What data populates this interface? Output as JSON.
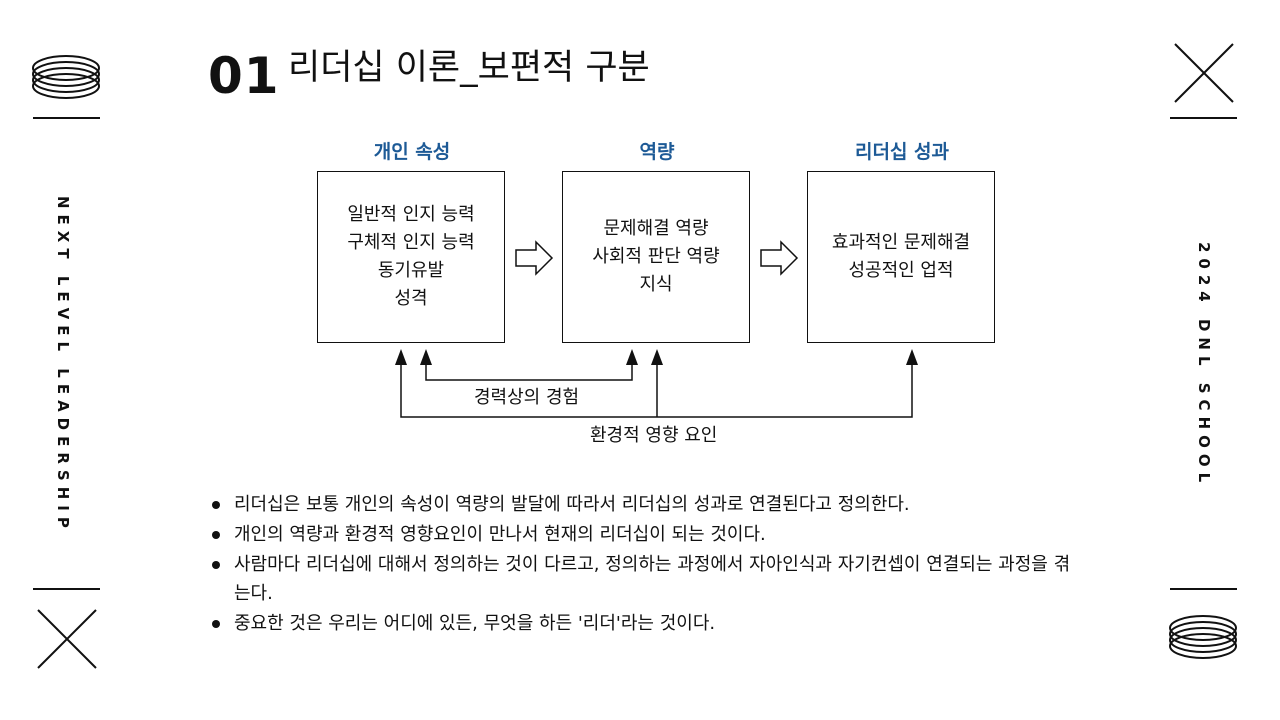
{
  "side": {
    "left_text": "NEXT LEVEL LEADERSHIP",
    "right_text": "2024 DNL SCHOOL"
  },
  "title": {
    "number": "01",
    "text": "리더십 이론_보편적 구분"
  },
  "diagram": {
    "columns": [
      {
        "label": "개인 속성",
        "lines": [
          "일반적 인지 능력",
          "구체적 인지 능력",
          "동기유발",
          "성격"
        ]
      },
      {
        "label": "역량",
        "lines": [
          "문제해결 역량",
          "사회적 판단 역량",
          "지식"
        ]
      },
      {
        "label": "리더십 성과",
        "lines": [
          "효과적인 문제해결",
          "성공적인 업적"
        ]
      }
    ],
    "career_experience_label": "경력상의 경험",
    "environment_label": "환경적 영향 요인"
  },
  "bullets": [
    "리더십은 보통 개인의 속성이 역량의 발달에 따라서 리더십의 성과로 연결된다고 정의한다.",
    "개인의 역량과 환경적 영향요인이 만나서 현재의 리더십이 되는 것이다.",
    "사람마다 리더십에 대해서 정의하는 것이 다르고, 정의하는 과정에서 자아인식과 자기컨셉이 연결되는 과정을 겪는다.",
    "중요한 것은 우리는 어디에 있든, 무엇을 하든 '리더'라는 것이다."
  ],
  "colors": {
    "accent": "#1d5a96",
    "ink": "#111111",
    "background": "#ffffff"
  }
}
